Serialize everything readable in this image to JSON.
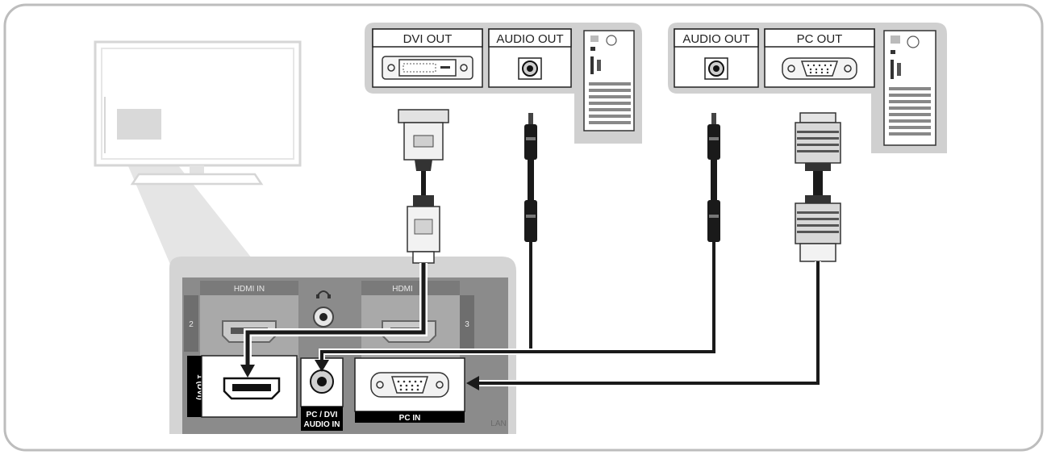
{
  "pc_left": {
    "dvi_out_label": "DVI OUT",
    "audio_out_label": "AUDIO OUT"
  },
  "pc_right": {
    "audio_out_label": "AUDIO OUT",
    "pc_out_label": "PC OUT"
  },
  "tv_panel": {
    "hdmi_in_top_label": "HDMI IN",
    "hdmi_top_right_label": "HDMI",
    "side_num_2": "2",
    "side_num_3": "3",
    "hdmi_dvi_label": "1 (DVI)",
    "pc_dvi_audio_in_line1": "PC / DVI",
    "pc_dvi_audio_in_line2": "AUDIO IN",
    "pc_in_label": "PC IN",
    "lan_label": "LAN"
  },
  "icons": [
    "headphone-icon",
    "tv-icon",
    "pc-tower-icon"
  ],
  "colors": {
    "frame_border": "#bdbdbd",
    "panel_gray": "#d4d4d4",
    "dark_panel": "#8a8a8a",
    "cable": "#1a1a1a"
  }
}
